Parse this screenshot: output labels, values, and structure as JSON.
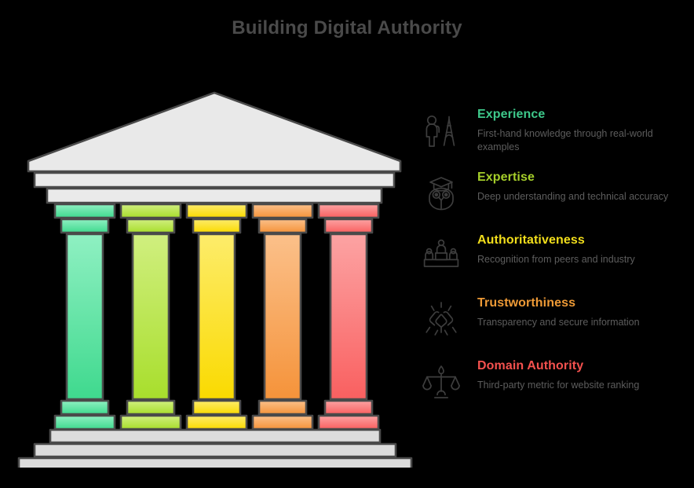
{
  "title": "Building Digital Authority",
  "colors": {
    "background": "#000000",
    "title_text": "#4a4a4a",
    "body_text": "#5d5d5d",
    "stone_fill": "#e8e8e8",
    "stone_fill_alt": "#dcdcdc",
    "stone_stroke": "#4a4a4a",
    "icon_stroke": "#3d3d3d"
  },
  "temple": {
    "name": "greek-temple-five-pillars",
    "pediment_label": "",
    "pillars": [
      {
        "id": "experience",
        "color": "#5EE8A5",
        "color_light": "#8FF0C2",
        "color_dark": "#3FD98E"
      },
      {
        "id": "expertise",
        "color": "#BCE84F",
        "color_light": "#D0EF7F",
        "color_dark": "#A8DE2C"
      },
      {
        "id": "authoritativeness",
        "color": "#FCE22A",
        "color_light": "#FDEC6B",
        "color_dark": "#FADA00"
      },
      {
        "id": "trustworthiness",
        "color": "#F8A75B",
        "color_light": "#FBC08A",
        "color_dark": "#F5933A"
      },
      {
        "id": "domain-authority",
        "color": "#FA7C7C",
        "color_light": "#FCA3A3",
        "color_dark": "#F96060"
      }
    ]
  },
  "legend": {
    "items": [
      {
        "id": "experience",
        "icon": "traveler-eiffel-tower-icon",
        "heading": "Experience",
        "heading_color": "#3EC98B",
        "description": "First-hand knowledge through real-world examples"
      },
      {
        "id": "expertise",
        "icon": "graduate-owl-icon",
        "heading": "Expertise",
        "heading_color": "#A5CE2A",
        "description": "Deep understanding and technical accuracy"
      },
      {
        "id": "authoritativeness",
        "icon": "winners-podium-icon",
        "heading": "Authoritativeness",
        "heading_color": "#F2DE1B",
        "description": "Recognition from peers and industry"
      },
      {
        "id": "trustworthiness",
        "icon": "fist-bump-icon",
        "heading": "Trustworthiness",
        "heading_color": "#EE9A36",
        "description": "Transparency and secure information"
      },
      {
        "id": "domain-authority",
        "icon": "balance-scale-icon",
        "heading": "Domain Authority",
        "heading_color": "#F4514E",
        "description": "Third-party metric for website ranking"
      }
    ]
  }
}
